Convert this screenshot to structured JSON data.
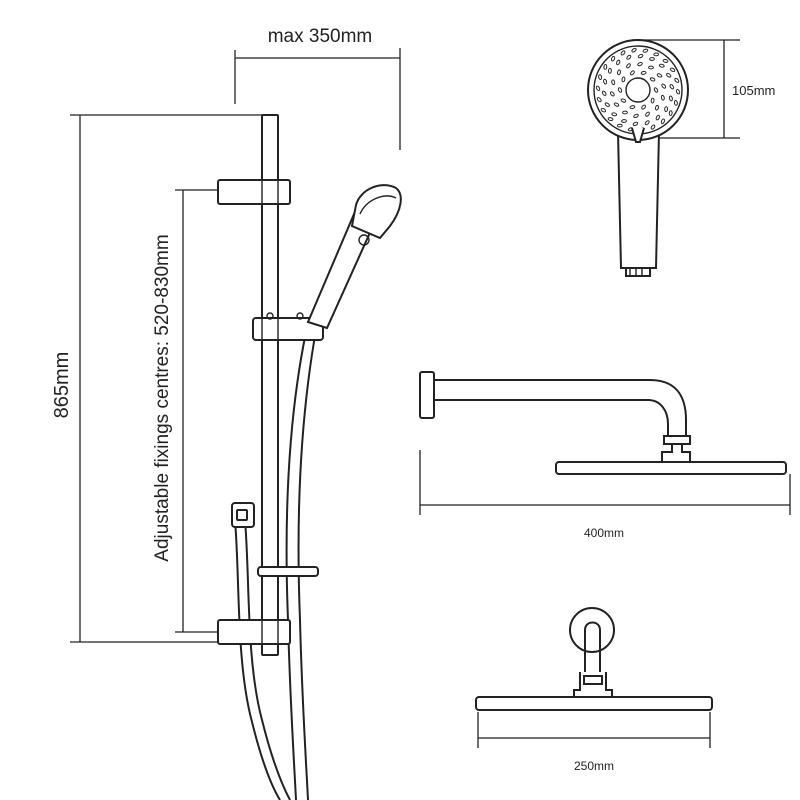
{
  "dimensions": {
    "rail_max_width": "max 350mm",
    "rail_overall_height": "865mm",
    "fixing_centres": "Adjustable fixings centres: 520-830mm",
    "handset_head_diameter": "105mm",
    "shower_arm_length": "400mm",
    "overhead_head_width": "250mm"
  },
  "colors": {
    "line": "#222222",
    "background": "#ffffff"
  }
}
